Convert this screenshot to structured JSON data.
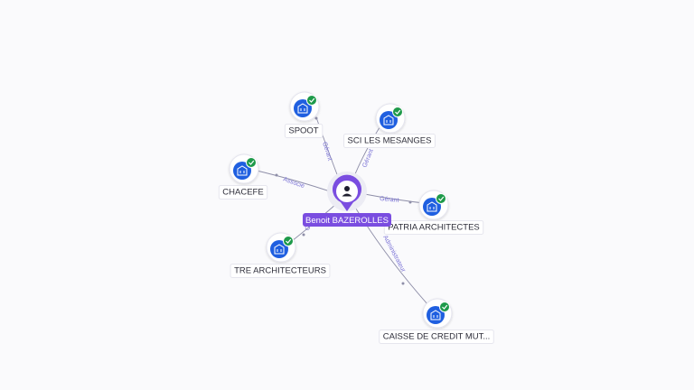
{
  "center": {
    "name": "Benoit BAZEROLLES",
    "icon": "person-icon",
    "color": "#7a4de0"
  },
  "colors": {
    "company_icon_bg": "#1f5fe0",
    "check_badge": "#1e9a4a",
    "edge": "#8e8ea8",
    "edge_label": "#7b73d6"
  },
  "nodes": [
    {
      "id": "spoot",
      "label": "SPOOT",
      "relation": "Gérant",
      "icon": "building-icon"
    },
    {
      "id": "sci",
      "label": "SCI LES MESANGES",
      "relation": "Gérant",
      "icon": "building-icon"
    },
    {
      "id": "chacefe",
      "label": "CHACEFE",
      "relation": "Associé",
      "icon": "building-icon"
    },
    {
      "id": "patria",
      "label": "PATRIA ARCHITECTES",
      "relation": "Gérant",
      "icon": "building-icon"
    },
    {
      "id": "tre",
      "label": "TRE ARCHITECTEURS",
      "relation": "G",
      "icon": "building-icon"
    },
    {
      "id": "caisse",
      "label": "CAISSE DE CREDIT MUT...",
      "relation": "Administrateur",
      "icon": "building-icon"
    }
  ]
}
